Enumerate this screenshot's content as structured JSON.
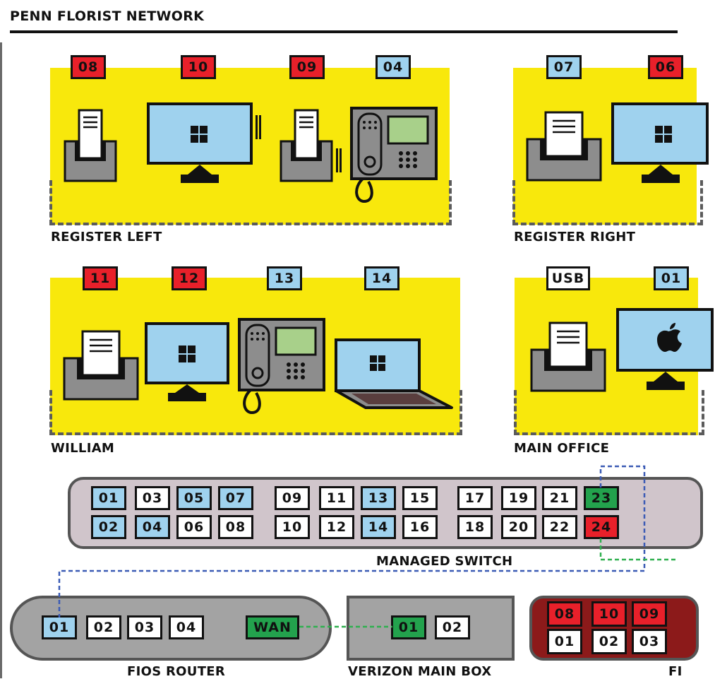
{
  "title": "PENN FLORIST NETWORK",
  "colors": {
    "zone_yellow": "#f8e80c",
    "port_red": "#e8202a",
    "port_blue": "#9fd2ee",
    "port_green": "#23a24d",
    "port_white": "#ffffff",
    "patch_panel": "#8c1a1a",
    "wire_blue": "#3b5bb5",
    "wire_green": "#2fb04f"
  },
  "areas": {
    "register_left": {
      "label": "REGISTER LEFT",
      "tags": [
        {
          "text": "08",
          "color": "red"
        },
        {
          "text": "10",
          "color": "red"
        },
        {
          "text": "09",
          "color": "red"
        },
        {
          "text": "04",
          "color": "blue"
        }
      ],
      "devices": [
        "receipt-printer-icon",
        "windows-monitor-icon",
        "receipt-printer-icon",
        "desk-phone-icon"
      ]
    },
    "register_right": {
      "label": "REGISTER RIGHT",
      "tags": [
        {
          "text": "07",
          "color": "blue"
        },
        {
          "text": "06",
          "color": "red"
        }
      ],
      "devices": [
        "receipt-printer-icon",
        "windows-monitor-icon"
      ]
    },
    "william": {
      "label": "WILLIAM",
      "tags": [
        {
          "text": "11",
          "color": "red"
        },
        {
          "text": "12",
          "color": "red"
        },
        {
          "text": "13",
          "color": "blue"
        },
        {
          "text": "14",
          "color": "blue"
        }
      ],
      "devices": [
        "receipt-printer-icon",
        "windows-monitor-icon",
        "desk-phone-icon",
        "windows-laptop-icon"
      ]
    },
    "main_office": {
      "label": "MAIN OFFICE",
      "tags": [
        {
          "text": "USB",
          "color": "white"
        },
        {
          "text": "01",
          "color": "blue"
        }
      ],
      "devices": [
        "receipt-printer-icon",
        "apple-monitor-icon"
      ]
    }
  },
  "switch": {
    "label": "MANAGED SWITCH",
    "top_ports": [
      {
        "text": "01",
        "color": "blue"
      },
      {
        "text": "03",
        "color": "white"
      },
      {
        "text": "05",
        "color": "blue"
      },
      {
        "text": "07",
        "color": "blue"
      },
      {
        "text": "09",
        "color": "white"
      },
      {
        "text": "11",
        "color": "white"
      },
      {
        "text": "13",
        "color": "blue"
      },
      {
        "text": "15",
        "color": "white"
      },
      {
        "text": "17",
        "color": "white"
      },
      {
        "text": "19",
        "color": "white"
      },
      {
        "text": "21",
        "color": "white"
      },
      {
        "text": "23",
        "color": "green"
      }
    ],
    "bottom_ports": [
      {
        "text": "02",
        "color": "blue"
      },
      {
        "text": "04",
        "color": "blue"
      },
      {
        "text": "06",
        "color": "white"
      },
      {
        "text": "08",
        "color": "white"
      },
      {
        "text": "10",
        "color": "white"
      },
      {
        "text": "12",
        "color": "white"
      },
      {
        "text": "14",
        "color": "blue"
      },
      {
        "text": "16",
        "color": "white"
      },
      {
        "text": "18",
        "color": "white"
      },
      {
        "text": "20",
        "color": "white"
      },
      {
        "text": "22",
        "color": "white"
      },
      {
        "text": "24",
        "color": "red"
      }
    ]
  },
  "router": {
    "label": "FIOS ROUTER",
    "ports": [
      {
        "text": "01",
        "color": "blue"
      },
      {
        "text": "02",
        "color": "white"
      },
      {
        "text": "03",
        "color": "white"
      },
      {
        "text": "04",
        "color": "white"
      }
    ],
    "wan": {
      "text": "WAN",
      "color": "green"
    }
  },
  "verizon": {
    "label": "VERIZON MAIN BOX",
    "ports": [
      {
        "text": "01",
        "color": "green"
      },
      {
        "text": "02",
        "color": "white"
      }
    ]
  },
  "panel": {
    "label": "FI",
    "top_ports": [
      {
        "text": "08",
        "color": "red"
      },
      {
        "text": "10",
        "color": "red"
      },
      {
        "text": "09",
        "color": "red"
      }
    ],
    "bottom_ports": [
      {
        "text": "01",
        "color": "white"
      },
      {
        "text": "02",
        "color": "white"
      },
      {
        "text": "03",
        "color": "white"
      }
    ]
  }
}
